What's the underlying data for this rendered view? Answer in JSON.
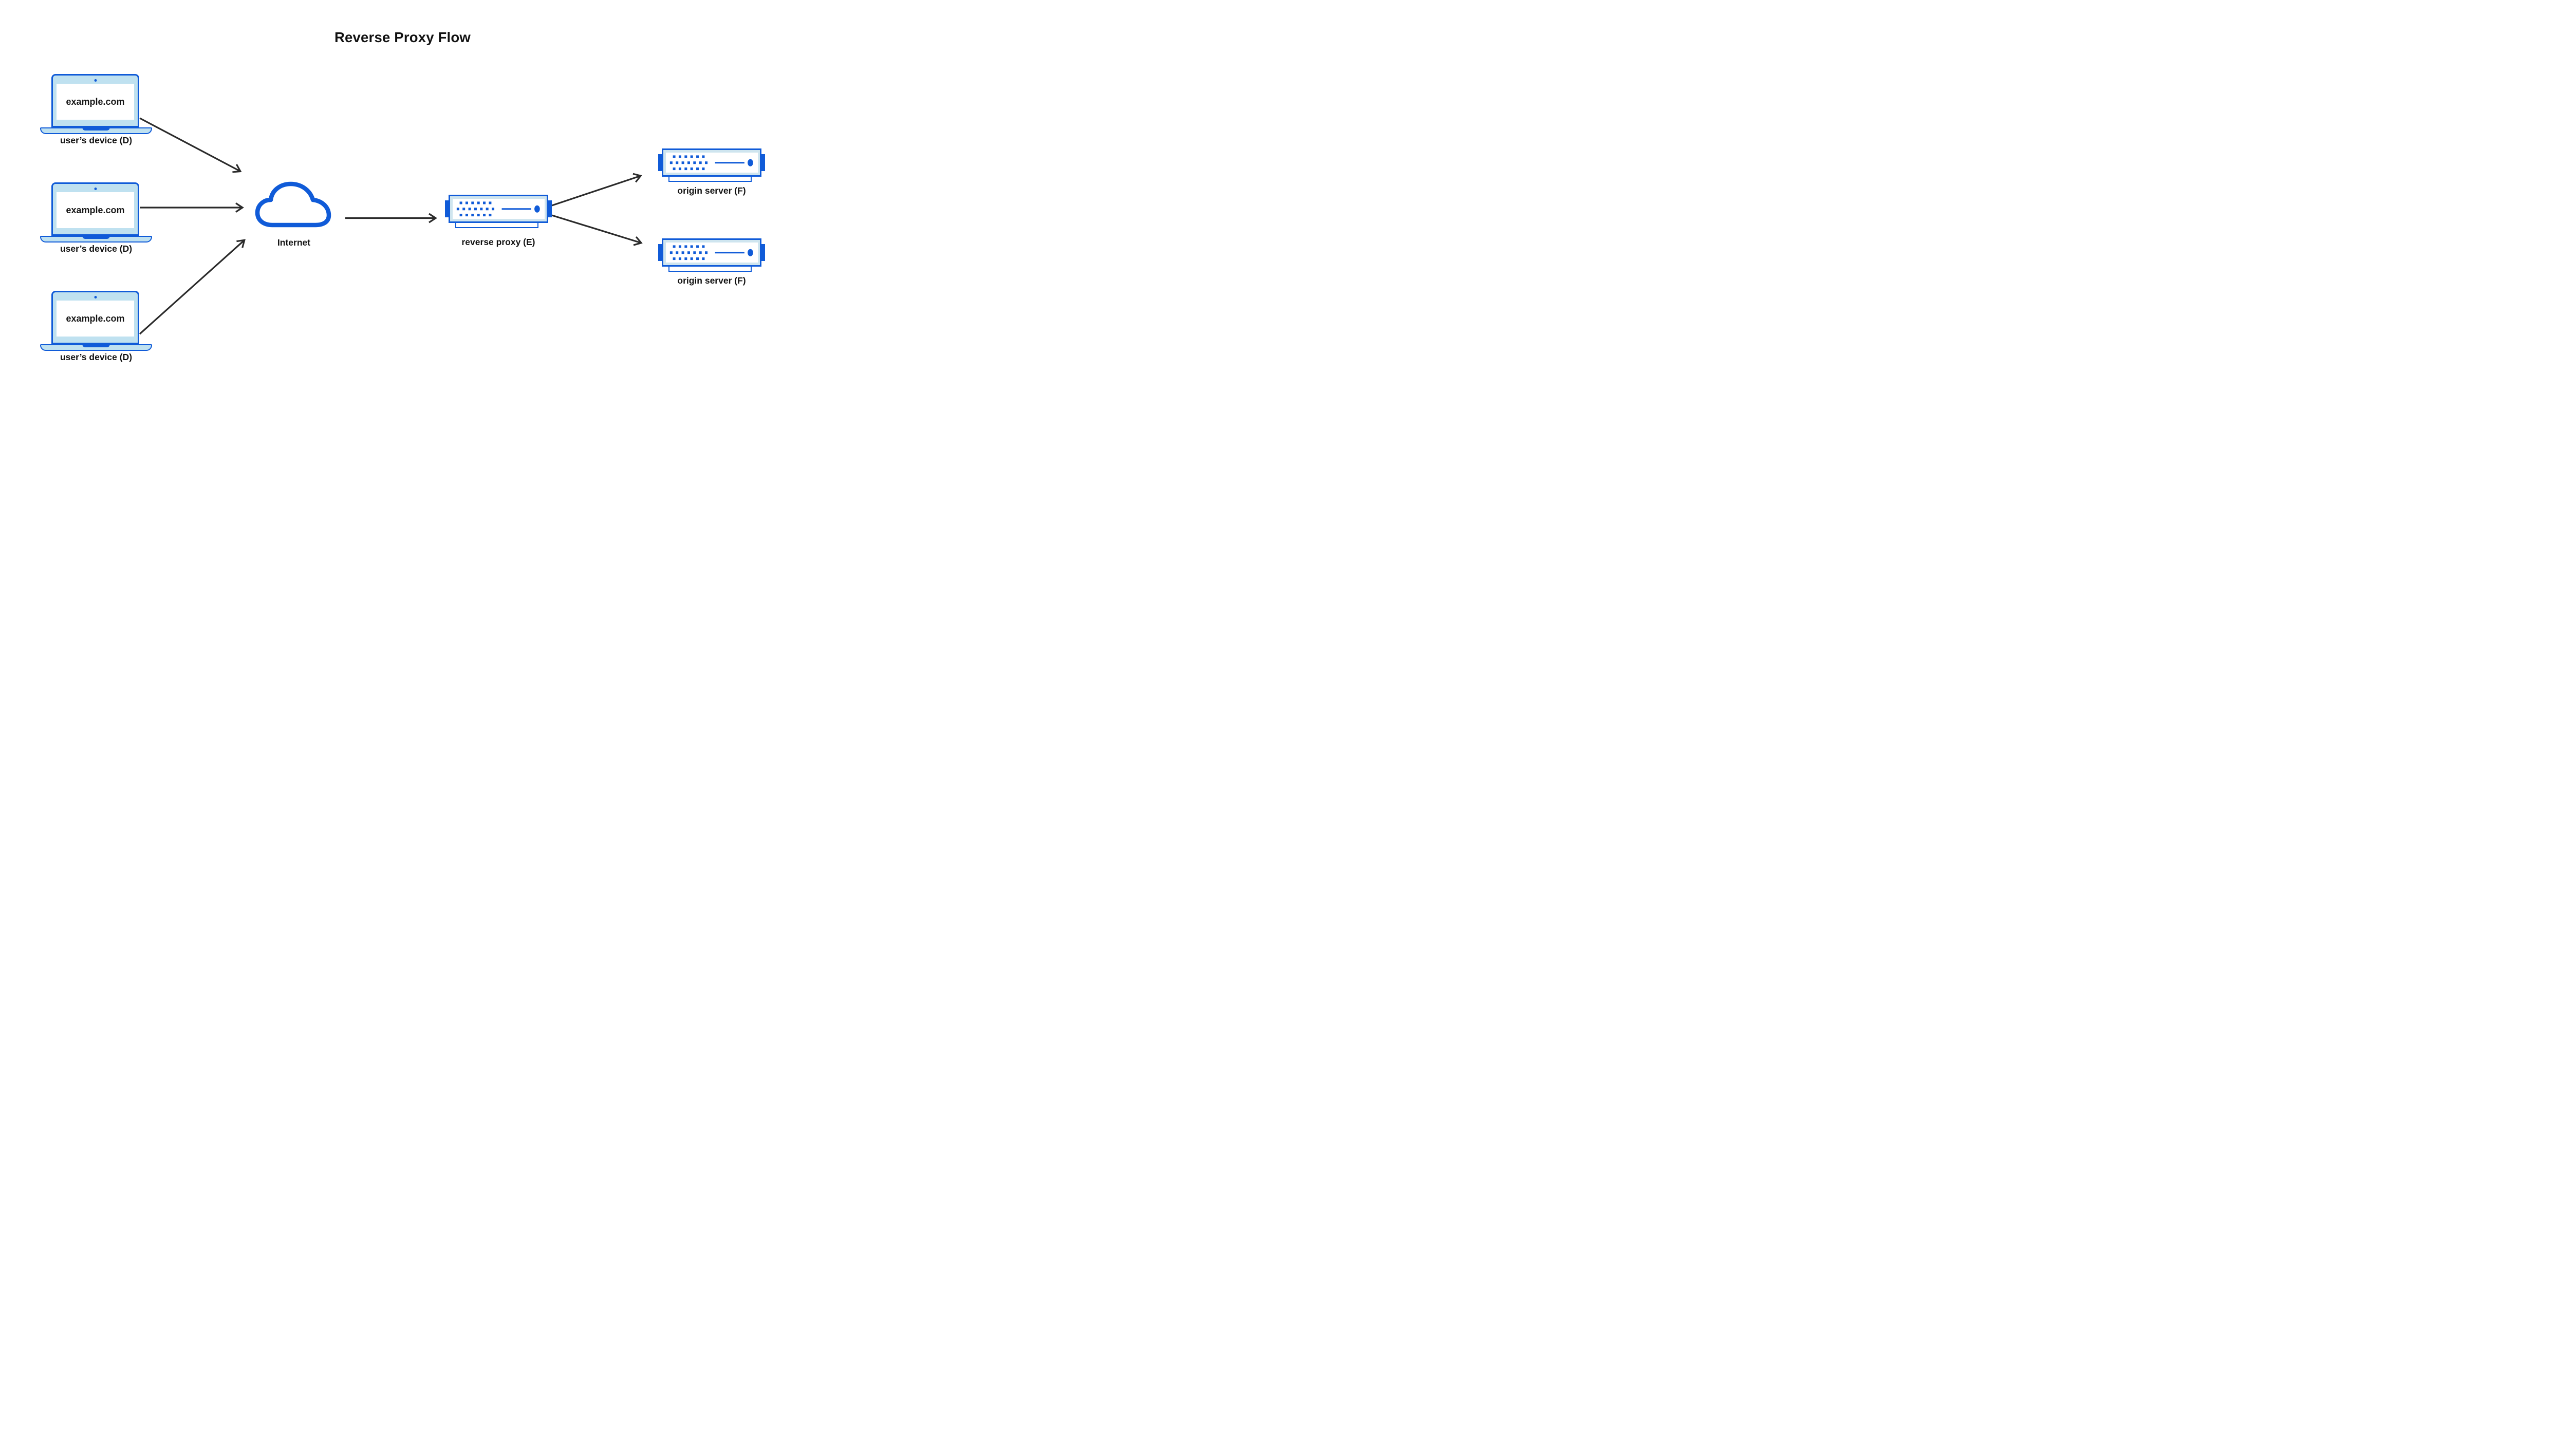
{
  "title": "Reverse Proxy Flow",
  "colors": {
    "blue": "#105bd8",
    "laptop_fill": "#bfe1f0",
    "server_fill": "#cfe5ef",
    "arrow": "#2b2b2b",
    "text": "#111111",
    "background": "#ffffff"
  },
  "devices": [
    {
      "screen_text": "example.com",
      "label": "user’s device (D)"
    },
    {
      "screen_text": "example.com",
      "label": "user’s device (D)"
    },
    {
      "screen_text": "example.com",
      "label": "user’s device (D)"
    }
  ],
  "internet": {
    "label": "Internet"
  },
  "reverse_proxy": {
    "label": "reverse proxy (E)"
  },
  "origin_servers": [
    {
      "label": "origin server (F)"
    },
    {
      "label": "origin server (F)"
    }
  ]
}
